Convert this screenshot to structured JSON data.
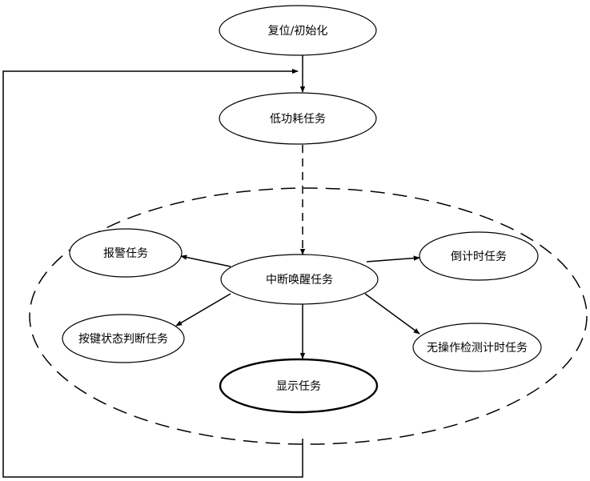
{
  "nodes": {
    "reset": "复位/初始化",
    "low_power": "低功耗任务",
    "interrupt_wake": "中断唤醒任务",
    "alarm": "报警任务",
    "countdown": "倒计时任务",
    "key_state": "按键状态判断任务",
    "no_op_timer": "无操作检测计时任务",
    "display": "显示任务"
  }
}
